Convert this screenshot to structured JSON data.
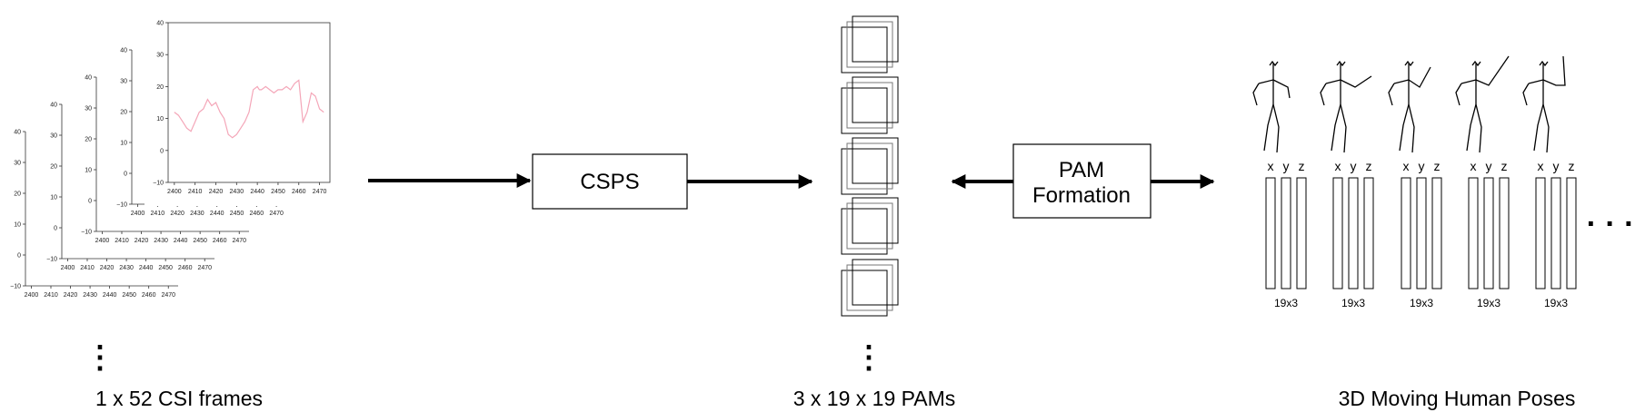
{
  "csi_section": {
    "caption": "1 x 52 CSI frames",
    "plot_x_ticks": [
      "2400",
      "2410",
      "2420",
      "2430",
      "2440",
      "2450",
      "2460",
      "2470"
    ],
    "plot_y_ticks": [
      "−10",
      "0",
      "10",
      "20",
      "30",
      "40"
    ],
    "series_color": "#f4a6b8",
    "vertical_ellipsis": "⋮"
  },
  "chart_data": [
    {
      "type": "line",
      "title": "",
      "xlabel": "",
      "ylabel": "",
      "xlim": [
        2397,
        2475
      ],
      "ylim": [
        -10,
        40
      ],
      "grid": false,
      "series": [
        {
          "x": [
            2400,
            2402,
            2404,
            2406,
            2408,
            2410,
            2412,
            2414,
            2416,
            2418,
            2420,
            2422,
            2424,
            2426,
            2428,
            2430,
            2432,
            2434,
            2436,
            2438,
            2440,
            2441,
            2442,
            2444,
            2446,
            2448,
            2450,
            2452,
            2454,
            2456,
            2458,
            2460,
            2462,
            2464,
            2466,
            2468,
            2470,
            2472
          ],
          "y": [
            12,
            11,
            9,
            7,
            6,
            9,
            12,
            13,
            16,
            14,
            15,
            12,
            10,
            5,
            4,
            5,
            7,
            9,
            12,
            19,
            20,
            19,
            19,
            20,
            19,
            18,
            19,
            19,
            20,
            19,
            21,
            22,
            9,
            12,
            18,
            17,
            13,
            12
          ]
        }
      ]
    }
  ],
  "csps_box": {
    "label": "CSPS"
  },
  "pams_section": {
    "caption": "3 x 19 x 19 PAMs",
    "vertical_ellipsis": "⋮"
  },
  "pam_box": {
    "label_line1": "PAM",
    "label_line2": "Formation"
  },
  "poses_section": {
    "caption": "3D Moving Human Poses",
    "axis_labels": [
      "x",
      "y",
      "z"
    ],
    "dim_label": "19x3",
    "horizontal_ellipsis": "· · ·"
  }
}
